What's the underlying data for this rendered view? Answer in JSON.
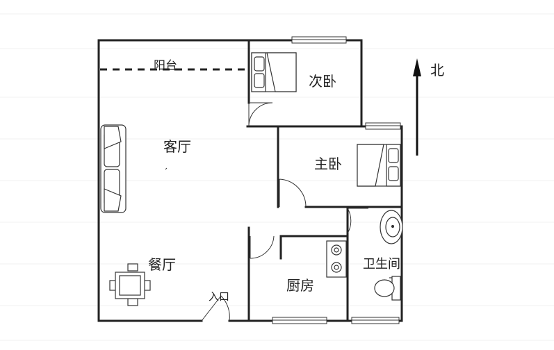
{
  "rooms": {
    "balcony": "阳台",
    "second_bedroom": "次卧",
    "living_room": "客厅",
    "master_bedroom": "主卧",
    "dining_room": "餐厅",
    "kitchen": "厨房",
    "bathroom": "卫生间"
  },
  "entrance": "入口",
  "compass": {
    "north": "北"
  },
  "colors": {
    "wall": "#222222",
    "background": "#ffffff"
  }
}
